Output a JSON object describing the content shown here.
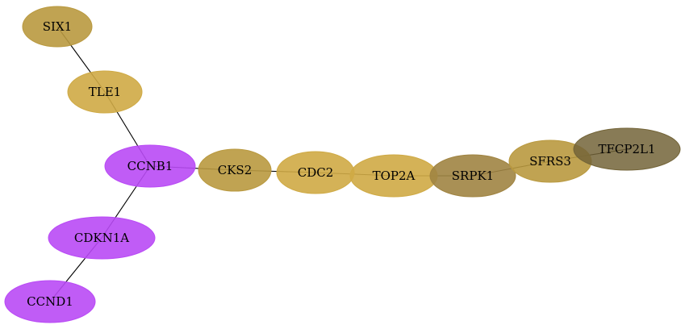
{
  "colors": {
    "magenta": "#b94af5",
    "gold": "#cfaa45",
    "khaki": "#b9993f",
    "olive_brown": "#a08442",
    "dark_olive": "#736438"
  },
  "nodes": [
    {
      "id": "SIX1",
      "label": "SIX1",
      "color": "khaki",
      "opacity": 0.9
    },
    {
      "id": "TLE1",
      "label": "TLE1",
      "color": "gold",
      "opacity": 0.9
    },
    {
      "id": "CCNB1",
      "label": "CCNB1",
      "color": "magenta",
      "opacity": 0.9
    },
    {
      "id": "CKS2",
      "label": "CKS2",
      "color": "khaki",
      "opacity": 0.9
    },
    {
      "id": "CDC2",
      "label": "CDC2",
      "color": "gold",
      "opacity": 0.9
    },
    {
      "id": "TOP2A",
      "label": "TOP2A",
      "color": "gold",
      "opacity": 0.9
    },
    {
      "id": "SRPK1",
      "label": "SRPK1",
      "color": "olive_brown",
      "opacity": 0.9
    },
    {
      "id": "SFRS3",
      "label": "SFRS3",
      "color": "khaki",
      "opacity": 0.9
    },
    {
      "id": "TFCP2L1",
      "label": "TFCP2L1",
      "color": "dark_olive",
      "opacity": 0.85
    },
    {
      "id": "CDKN1A",
      "label": "CDKN1A",
      "color": "magenta",
      "opacity": 0.9
    },
    {
      "id": "CCND1",
      "label": "CCND1",
      "color": "magenta",
      "opacity": 0.9
    }
  ],
  "edges": [
    {
      "source": "SIX1",
      "target": "TLE1"
    },
    {
      "source": "TLE1",
      "target": "CCNB1"
    },
    {
      "source": "CCNB1",
      "target": "CKS2"
    },
    {
      "source": "CKS2",
      "target": "CDC2"
    },
    {
      "source": "CDC2",
      "target": "TOP2A"
    },
    {
      "source": "TOP2A",
      "target": "SRPK1"
    },
    {
      "source": "SRPK1",
      "target": "SFRS3"
    },
    {
      "source": "SFRS3",
      "target": "TFCP2L1"
    },
    {
      "source": "CCNB1",
      "target": "CDKN1A"
    },
    {
      "source": "CDKN1A",
      "target": "CCND1"
    }
  ]
}
